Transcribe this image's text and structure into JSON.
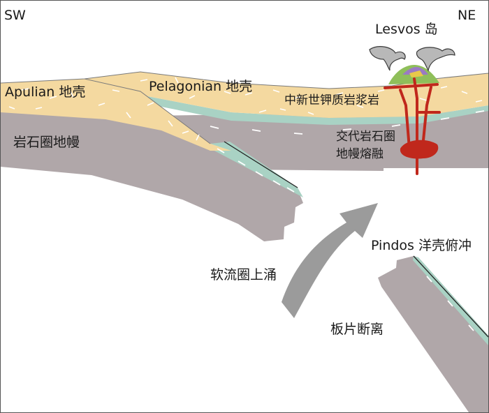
{
  "labels": {
    "sw": "SW",
    "ne": "NE",
    "lesvos": "Lesvos 岛",
    "apulian": "Apulian  地壳",
    "pelagonian": "Pelagonian 地壳",
    "miocene": "中新世钾质岩浆岩",
    "lithomantle": "岩石圈地幔",
    "metasomatic": "交代岩石圈",
    "mantlemelt": "地幔熔融",
    "pindos": "Pindos 洋壳俯冲",
    "upwelling": "软流圈上涌",
    "breakoff": "板片断离"
  },
  "colors": {
    "crust": "#f4d9a0",
    "mantle": "#b0a7a9",
    "oceanic": "#a9d2c4",
    "magma": "#c0281c",
    "arrow": "#9b9b9b",
    "ash": "#b8b8b8",
    "edifice_green": "#8fbf5a",
    "edifice_purple": "#9a7ac4"
  }
}
